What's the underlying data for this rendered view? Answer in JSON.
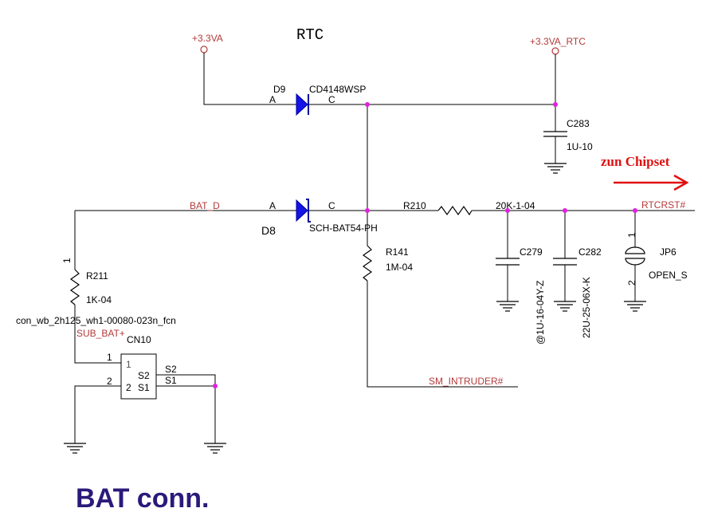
{
  "title": "RTC",
  "footer": "BAT conn.",
  "annotation": "zun Chipset",
  "colors": {
    "wire": "#000000",
    "net_label": "#b33a3a",
    "junction": "#e020e0",
    "diode": "#1414e6",
    "footer": "#2b1a7a",
    "annotation": "#e01010"
  },
  "power": {
    "v33a": "+3.3VA",
    "v33a_rtc": "+3.3VA_RTC"
  },
  "nets": {
    "bat_d": "BAT_D",
    "rtcrst": "RTCRST#",
    "sub_bat": "SUB_BAT+",
    "sm_intruder": "SM_INTRUDER#"
  },
  "d9": {
    "ref": "D9",
    "part": "CD4148WSP",
    "pin_a": "A",
    "pin_c": "C"
  },
  "d8": {
    "ref": "D8",
    "part": "SCH-BAT54-PH",
    "pin_a": "A",
    "pin_c": "C"
  },
  "c283": {
    "ref": "C283",
    "value": "1U-10"
  },
  "r210": {
    "ref": "R210",
    "value": "20K-1-04"
  },
  "r141": {
    "ref": "R141",
    "value": "1M-04"
  },
  "r211": {
    "ref": "R211",
    "value": "1K-04",
    "pin1": "1"
  },
  "c279": {
    "ref": "C279",
    "value": "@1U-16-04Y-Z"
  },
  "c282": {
    "ref": "C282",
    "value": "22U-25-06X-K"
  },
  "jp6": {
    "ref": "JP6",
    "value": "OPEN_S",
    "pin1": "1",
    "pin2": "2"
  },
  "cn10": {
    "ref": "CN10",
    "footprint": "con_wb_2h125_wh1-00080-023n_fcn",
    "pin1_ext": "1",
    "pin2_ext": "2",
    "pin1_int": "1",
    "pin2_int": "2",
    "s2_int": "S2",
    "s1_int": "S1",
    "s2_ext": "S2",
    "s1_ext": "S1"
  }
}
